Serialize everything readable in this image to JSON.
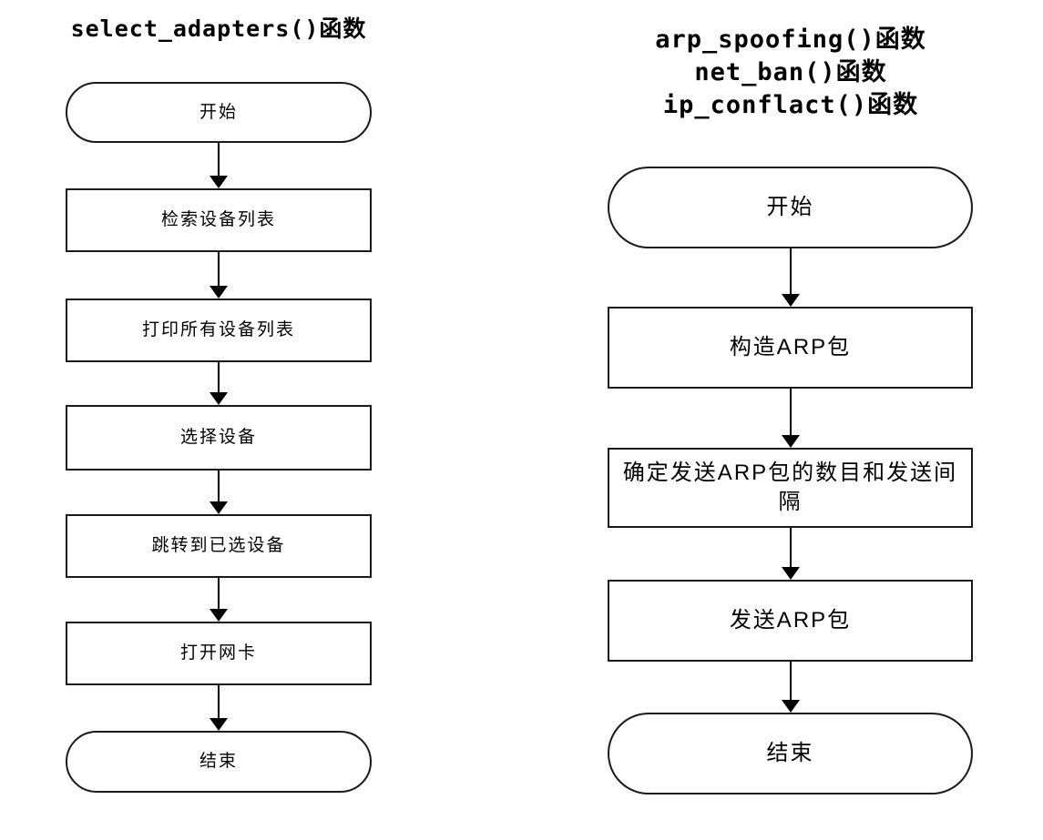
{
  "charts": {
    "left": {
      "title": "select_adapters()函数",
      "nodes": [
        {
          "id": "start",
          "shape": "terminator",
          "label": "开始"
        },
        {
          "id": "step1",
          "shape": "process",
          "label": "检索设备列表"
        },
        {
          "id": "step2",
          "shape": "process",
          "label": "打印所有设备列表"
        },
        {
          "id": "step3",
          "shape": "process",
          "label": "选择设备"
        },
        {
          "id": "step4",
          "shape": "process",
          "label": "跳转到已选设备"
        },
        {
          "id": "step5",
          "shape": "process",
          "label": "打开网卡"
        },
        {
          "id": "end",
          "shape": "terminator",
          "label": "结束"
        }
      ]
    },
    "right": {
      "title_lines": [
        "arp_spoofing()函数",
        "net_ban()函数",
        "ip_conflact()函数"
      ],
      "nodes": [
        {
          "id": "start",
          "shape": "terminator",
          "label": "开始"
        },
        {
          "id": "step1",
          "shape": "process",
          "label": "构造ARP包"
        },
        {
          "id": "step2",
          "shape": "process",
          "label": "确定发送ARP包的数目和发送间隔"
        },
        {
          "id": "step3",
          "shape": "process",
          "label": "发送ARP包"
        },
        {
          "id": "end",
          "shape": "terminator",
          "label": "结束"
        }
      ]
    },
    "colors": {
      "stroke": "#1a1a1a",
      "fill": "#ffffff",
      "arrow": "#000000",
      "background": "#ffffff"
    }
  }
}
